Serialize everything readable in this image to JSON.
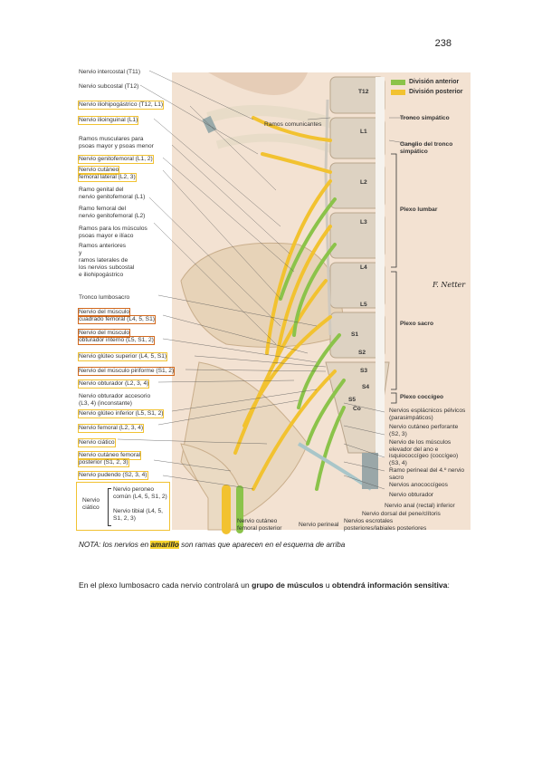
{
  "page_number": "238",
  "legend": {
    "anterior_label": "División anterior",
    "anterior_color": "#8bc34a",
    "posterior_label": "División posterior",
    "posterior_color": "#f2c230"
  },
  "left_labels": [
    {
      "text": "Nervio intercostal (T11)",
      "box": ""
    },
    {
      "text": "Nervio subcostal (T12)",
      "box": ""
    },
    {
      "text": "Nervio iliohipogástrico (T12, L1)",
      "box": "yellow"
    },
    {
      "text": "Nervio ilioinguinal (L1)",
      "box": "yellow"
    },
    {
      "text": "Ramos musculares para",
      "box": ""
    },
    {
      "text": "psoas mayor y psoas menor",
      "box": ""
    },
    {
      "text": "Nervio genitofemoral (L1, 2)",
      "box": "yellow"
    },
    {
      "text": "Nervio cutáneo",
      "box": "yellow"
    },
    {
      "text": "femoral lateral (L2, 3)",
      "box": "yellow"
    },
    {
      "text": "Ramo genital del",
      "box": ""
    },
    {
      "text": "nervio genitofemoral (L1)",
      "box": ""
    },
    {
      "text": "Ramo femoral del",
      "box": ""
    },
    {
      "text": "nervio genitofemoral (L2)",
      "box": ""
    },
    {
      "text": "Ramos para los músculos",
      "box": ""
    },
    {
      "text": "psoas mayor e ilíaco",
      "box": ""
    },
    {
      "text": "Ramos anteriores",
      "box": ""
    },
    {
      "text": "y",
      "box": ""
    },
    {
      "text": "ramos laterales de",
      "box": ""
    },
    {
      "text": "los nervios subcostal",
      "box": ""
    },
    {
      "text": "e iliohipogástrico",
      "box": ""
    },
    {
      "text": "Tronco lumbosacro",
      "box": ""
    },
    {
      "text": "Nervio del músculo",
      "box": "red"
    },
    {
      "text": "cuadrado femoral (L4, 5, S1)",
      "box": "red"
    },
    {
      "text": "Nervio del músculo",
      "box": "red"
    },
    {
      "text": "obturador interno (L5, S1, 2)",
      "box": "red"
    },
    {
      "text": "Nervio glúteo superior (L4, 5, S1)",
      "box": "yellow"
    },
    {
      "text": "Nervio del músculo piriforme (S1, 2)",
      "box": "red"
    },
    {
      "text": "Nervio obturador (L2, 3, 4)",
      "box": "yellow"
    },
    {
      "text": "Nervio obturador accesorio",
      "box": ""
    },
    {
      "text": "(L3, 4) (inconstante)",
      "box": ""
    },
    {
      "text": "Nervio glúteo inferior (L5, S1, 2)",
      "box": "yellow"
    },
    {
      "text": "Nervio femoral (L2, 3, 4)",
      "box": "yellow"
    },
    {
      "text": "Nervio ciático",
      "box": "yellow"
    },
    {
      "text": "Nervio cutáneo femoral",
      "box": "yellow"
    },
    {
      "text": "posterior (S1, 2, 3)",
      "box": "yellow"
    },
    {
      "text": "Nervio pudendo (S2, 3, 4)",
      "box": "yellow"
    }
  ],
  "sciatic_group": {
    "parent": "Nervio ciático",
    "peroneal": "Nervio peroneo común (L4, 5, S1, 2)",
    "tibial": "Nervio tibial (L4, 5, S1, 2, 3)"
  },
  "vertebrae": [
    "T12",
    "L1",
    "L2",
    "L3",
    "L4",
    "L5",
    "S1",
    "S2",
    "S3",
    "S4",
    "S5",
    "Co"
  ],
  "right_labels": {
    "ramos_comunicantes": "Ramos comunicantes",
    "tronco_simpatico": "Tronco simpático",
    "ganglio": "Ganglio del tronco simpático",
    "plexo_lumbar": "Plexo lumbar",
    "plexo_sacro": "Plexo sacro",
    "plexo_coccigeo": "Plexo coccígeo",
    "esplacnicos": "Nervios esplácnicos pélvicos (parasimpáticos)",
    "perforante": "Nervio cutáneo perforante (S2, 3)",
    "elevador": "Nervio de los músculos elevador del ano e isquiococcígeo (coccígeo) (S3, 4)",
    "perineal_ramo": "Ramo perineal del 4.º nervio sacro",
    "anococcigeos": "Nervios anococcígeos",
    "obturador": "Nervio obturador",
    "anal": "Nervio anal (rectal) inferior",
    "dorsal": "Nervio dorsal del pene/clítoris",
    "escrotales": "Nervios escrotales posteriores/labiales posteriores",
    "perineal": "Nervio perineal",
    "cutaneo_posterior": "Nervio cutáneo femoral posterior"
  },
  "note": {
    "prefix": "NOTA: los nervios en ",
    "highlight": "amarillo",
    "suffix": " son ramas que aparecen en el esquema de arriba"
  },
  "paragraph": {
    "p1": "En el plexo lumbosacro cada nervio controlará un ",
    "b1": "grupo de músculos",
    "p2": " u ",
    "b2": "obtendrá información sensitiva",
    "p3": ":"
  },
  "signature": "F. Netter"
}
